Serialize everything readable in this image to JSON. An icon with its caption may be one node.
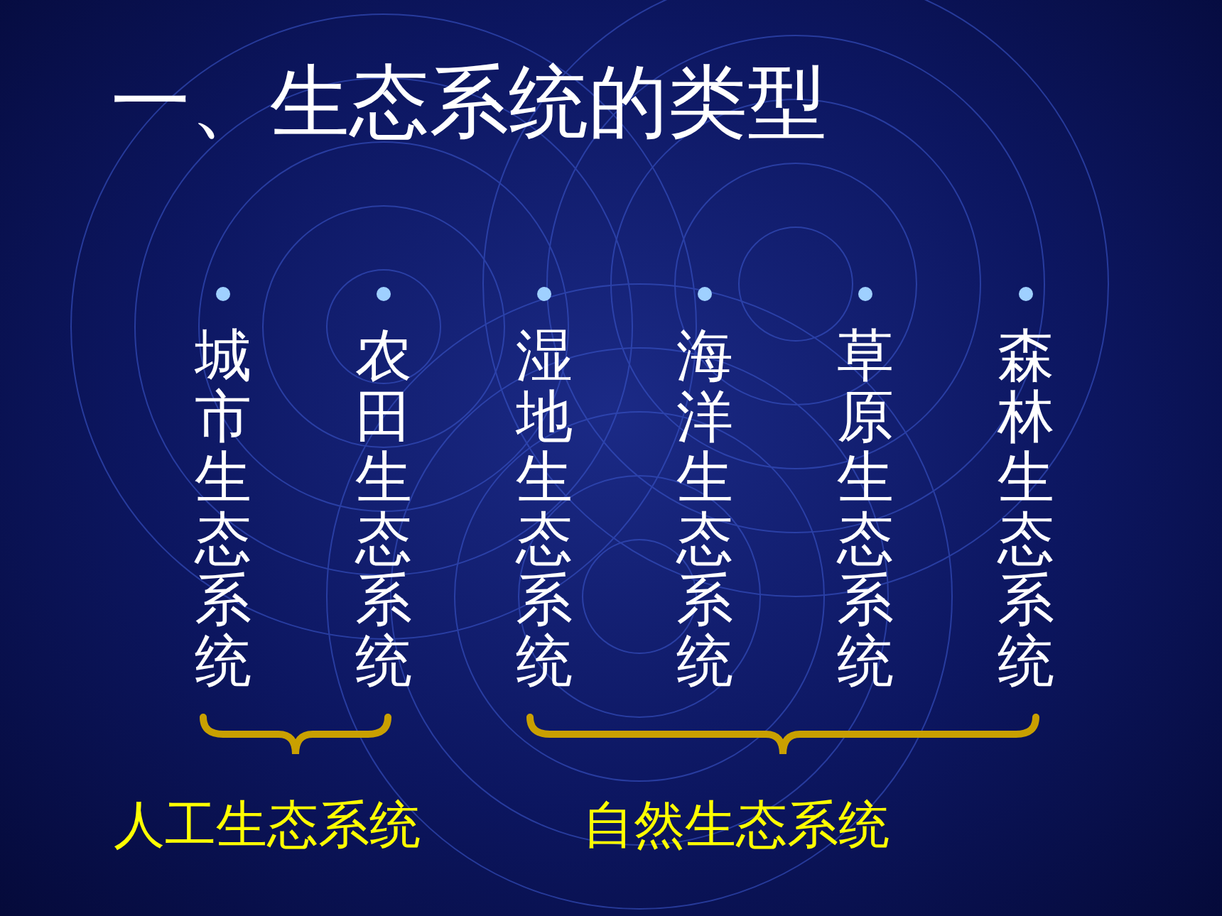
{
  "diagram": {
    "title": "一、生态系统的类型",
    "labels": [
      "城市生态系统",
      "农田生态系统",
      "湿地生态系统",
      "海洋生态系统",
      "草原生态系统",
      "森林生态系统",
      "人工生态系统",
      "自然生态系统"
    ]
  }
}
